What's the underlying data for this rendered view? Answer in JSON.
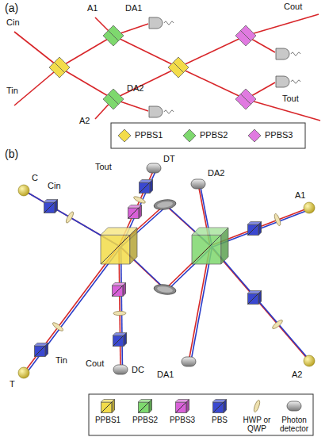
{
  "diagram": {
    "labels": [
      "(a)",
      "Cin",
      "Tin",
      "A1",
      "DA1",
      "A2",
      "DA2",
      "Cout",
      "Tout",
      "(b)",
      "C",
      "Cin",
      "Tout",
      "DT",
      "DA2",
      "A1",
      "T",
      "Tin",
      "Cout",
      "DC",
      "DA1",
      "A2"
    ],
    "legend": [
      {
        "text": "PPBS1",
        "color": "#f3dc4a"
      },
      {
        "text": "PPBS2",
        "color": "#7ed86e"
      },
      {
        "text": "PPBS3",
        "color": "#e07ae0"
      },
      {
        "text": "PPBS1"
      },
      {
        "text": "PPBS2"
      },
      {
        "text": "PPBS3"
      },
      {
        "text": "PBS"
      },
      {
        "text": "HWP or QWP"
      },
      {
        "text": "Photon detector"
      }
    ]
  }
}
